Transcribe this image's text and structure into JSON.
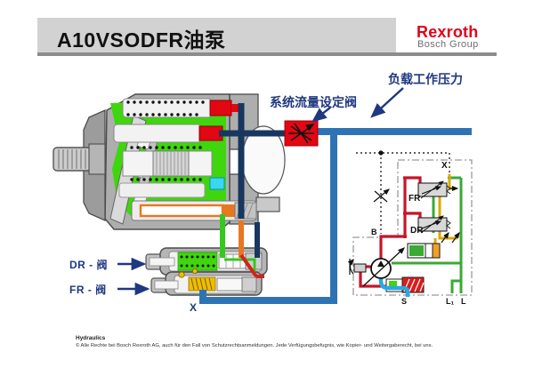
{
  "header": {
    "title": "A10VSODFR油泵",
    "logo": {
      "brand": "Rexroth",
      "group": "Bosch Group"
    }
  },
  "annotations": {
    "system_flow_valve": "系统流量设定阀",
    "load_pressure": "负载工作压力",
    "dr_valve": "DR - 阀",
    "fr_valve": "FR - 阀",
    "x_port": "X"
  },
  "schematic_labels": {
    "x": "X",
    "fr": "FR",
    "dr": "DR",
    "b": "B",
    "s": "S",
    "l1": "L₁",
    "l": "L"
  },
  "footer": {
    "department": "Hydraulics",
    "copyright": "© Alle Rechte bei Bosch Rexroth AG, auch für den Fall von Schutzrechtsanmeldungen. Jede Verfügungsbefugnis, wie Kopier- und Weitergaberecht, bei uns."
  },
  "colors": {
    "title_bar_bg": "#D2D2D2",
    "rule_gray": "#8C8C8C",
    "brand_red": "#E2001A",
    "label_navy": "#1F3880",
    "pipe_navy": "#17375E",
    "pipe_blue": "#2E74B5",
    "valve_red": "#E30613",
    "line_red": "#C81428",
    "line_green": "#3BAA35",
    "line_yellow": "#D9A900",
    "line_blue": "#2BA8E0",
    "pump_green": "#3FD60D",
    "orange": "#E87722",
    "cyan": "#3AD6F2"
  }
}
